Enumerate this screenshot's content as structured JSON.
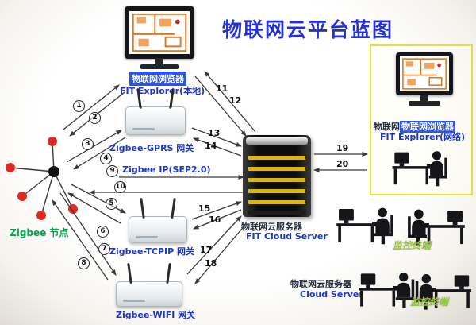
{
  "title": "物联网云平台蓝图",
  "local_explorer": {
    "name_cn": "物联网浏览器",
    "name_en": "FIT Explorer(本地)"
  },
  "remote_explorer": {
    "prefix_cn": "物联网",
    "name_cn": "物联网浏览器",
    "name_en": "FIT Explorer(网络)"
  },
  "gateways": {
    "gprs": "Zigbee-GPRS 网关",
    "tcpip": "Zigbee-TCPIP 网关",
    "wifi": "Zigbee-WIFI 网关"
  },
  "zigbee": {
    "nodes_label": "Zigbee 节点",
    "ip_link_label": "Zigbee IP(SEP2.0)"
  },
  "cloud_server": {
    "name_cn": "物联网云服务器",
    "name_en": "FIT Cloud Server"
  },
  "cloud_server_bottom": {
    "name_cn": "物联网云服务器",
    "name_en": "Cloud Server"
  },
  "terminals": {
    "label1": "监控终端",
    "label2": "监控终端"
  },
  "links": [
    {
      "n": "1",
      "circled": true
    },
    {
      "n": "2",
      "circled": true
    },
    {
      "n": "3",
      "circled": true
    },
    {
      "n": "4",
      "circled": true
    },
    {
      "n": "5",
      "circled": true
    },
    {
      "n": "6",
      "circled": true
    },
    {
      "n": "7",
      "circled": true
    },
    {
      "n": "8",
      "circled": true
    },
    {
      "n": "9",
      "circled": true
    },
    {
      "n": "10",
      "circled": true
    },
    {
      "n": "11",
      "circled": false
    },
    {
      "n": "12",
      "circled": false
    },
    {
      "n": "13",
      "circled": false
    },
    {
      "n": "14",
      "circled": false
    },
    {
      "n": "15",
      "circled": false
    },
    {
      "n": "16",
      "circled": false
    },
    {
      "n": "17",
      "circled": false
    },
    {
      "n": "18",
      "circled": false
    },
    {
      "n": "19",
      "circled": false
    },
    {
      "n": "20",
      "circled": false
    }
  ],
  "colors": {
    "title_blue": "#2330d4",
    "label_blue": "#1b36c8",
    "highlight_bg": "#2f55e0",
    "node_green": "#00a651",
    "terminal_green": "#8cc63f",
    "server_stripe_yellow": "#d7b713",
    "node_red": "#dd2b24",
    "box_border_yellow": "#e6df3b"
  }
}
